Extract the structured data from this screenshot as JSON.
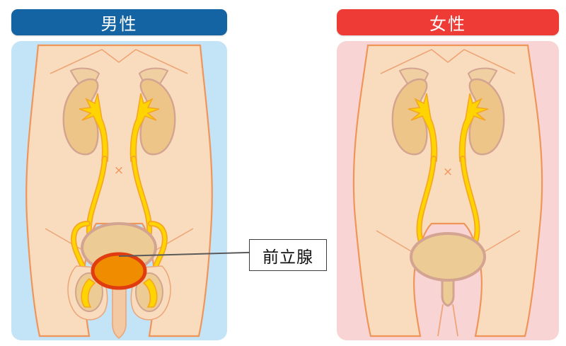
{
  "headers": {
    "male": {
      "label": "男性",
      "color": "#1463a3"
    },
    "female": {
      "label": "女性",
      "color": "#ee3b36"
    }
  },
  "panels": {
    "male": {
      "background": "#c3e3f7"
    },
    "female": {
      "background": "#f8d4d4"
    }
  },
  "callout": {
    "label": "前立腺",
    "line_color": "#5a5a5a",
    "border_color": "#3c3c3c",
    "background": "#ffffff"
  },
  "anatomy": {
    "skin_fill": "#f9dcbd",
    "skin_outline": "#f0955a",
    "kidney_fill": "#edc588",
    "kidney_outline": "#d3a491",
    "adrenal_fill": "#f0cfa2",
    "ureter_fill": "#ffd400",
    "ureter_outline": "#f5a623",
    "bladder_fill": "#eccb94",
    "bladder_outline": "#d3a491",
    "prostate_fill": "#f08c00",
    "prostate_outline": "#e03c10",
    "seminal_vesicle": "#9a9a9a",
    "navel_mark": "×",
    "navel_color": "#f0955a",
    "male_parts": [
      "kidney-left",
      "kidney-right",
      "adrenal-left",
      "adrenal-right",
      "ureter-left",
      "ureter-right",
      "bladder",
      "prostate",
      "seminal-vesicle-left",
      "seminal-vesicle-right",
      "vas-deferens-left",
      "vas-deferens-right",
      "testicle-left",
      "testicle-right",
      "urethra"
    ],
    "female_parts": [
      "kidney-left",
      "kidney-right",
      "adrenal-left",
      "adrenal-right",
      "ureter-left",
      "ureter-right",
      "bladder",
      "urethra"
    ]
  }
}
